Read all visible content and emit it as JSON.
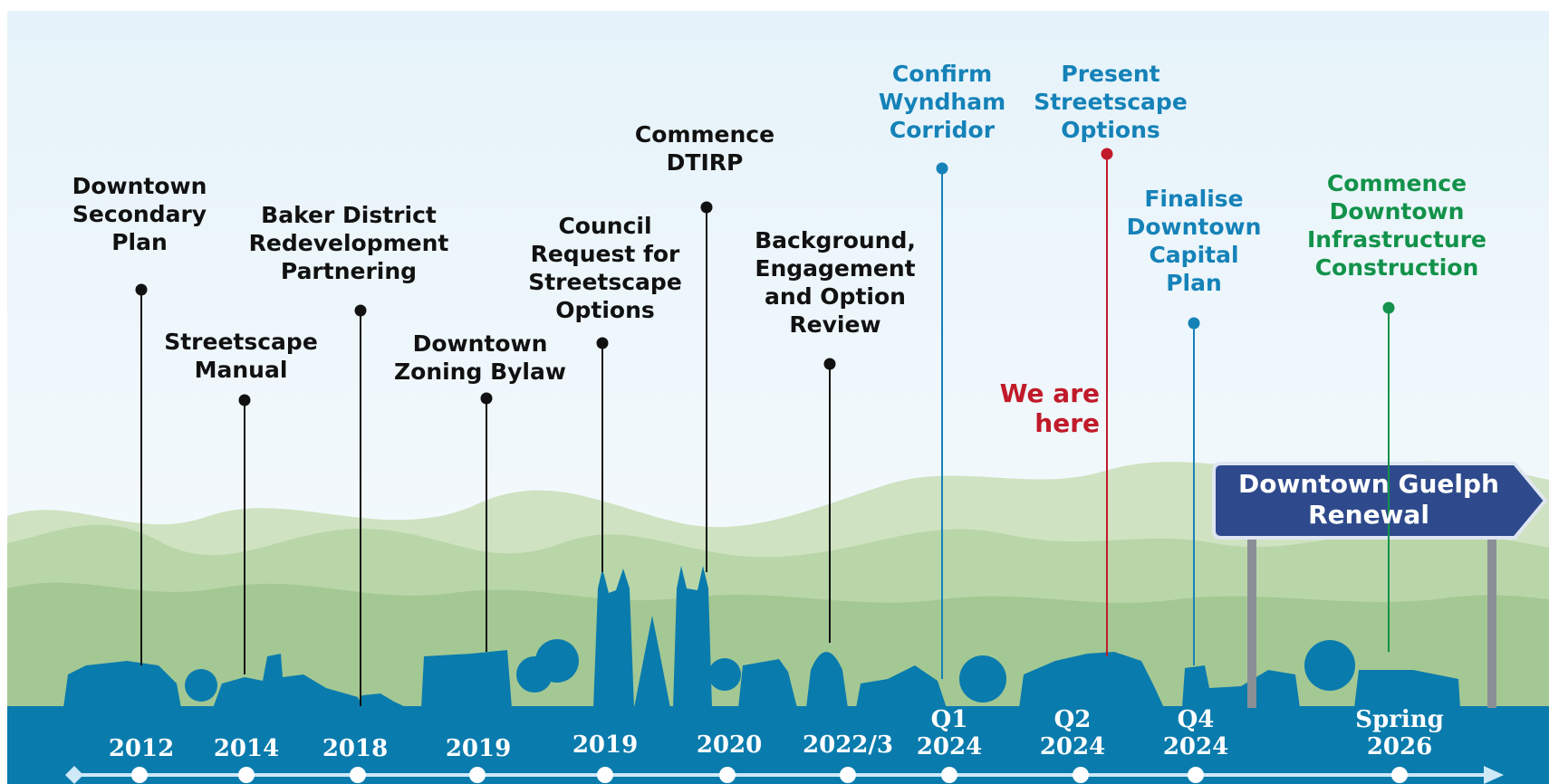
{
  "milestones": [
    {
      "label": "Downtown\nSecondary\nPlan",
      "date": "2012",
      "color": "#111111"
    },
    {
      "label": "Streetscape\nManual",
      "date": "2014",
      "color": "#111111"
    },
    {
      "label": "Baker District\nRedevelopment\nPartnering",
      "date": "2018",
      "color": "#111111"
    },
    {
      "label": "Downtown\nZoning Bylaw",
      "date": "2019",
      "color": "#111111"
    },
    {
      "label": "Council\nRequest for\nStreetscape\nOptions",
      "date": "2019",
      "color": "#111111"
    },
    {
      "label": "Commence\nDTIRP",
      "date": "2020",
      "color": "#111111"
    },
    {
      "label": "Background,\nEngagement\nand Option\nReview",
      "date": "2022/3",
      "color": "#111111"
    },
    {
      "label": "Confirm\nWyndham\nCorridor",
      "date": "Q1\n2024",
      "color": "#1582b8"
    },
    {
      "label": "Present\nStreetscape\nOptions",
      "date": "Q2\n2024",
      "color": "#1582b8"
    },
    {
      "label": "Finalise\nDowntown\nCapital\nPlan",
      "date": "Q4\n2024",
      "color": "#1582b8"
    },
    {
      "label": "Commence\nDowntown\nInfrastructure\nConstruction",
      "date": "Spring\n2026",
      "color": "#12924a"
    }
  ],
  "current_marker": {
    "label": "We are\nhere",
    "color": "#c11a2a"
  },
  "sign": {
    "text": "Downtown Guelph\nRenewal",
    "color": "#2e4a8c"
  },
  "colors": {
    "ground": "#0a7bad",
    "axis": "#cfe9f7",
    "hills_dark": "#a9c998",
    "hills_light": "#cfe2c1",
    "sky_top": "#eaf4fb"
  }
}
